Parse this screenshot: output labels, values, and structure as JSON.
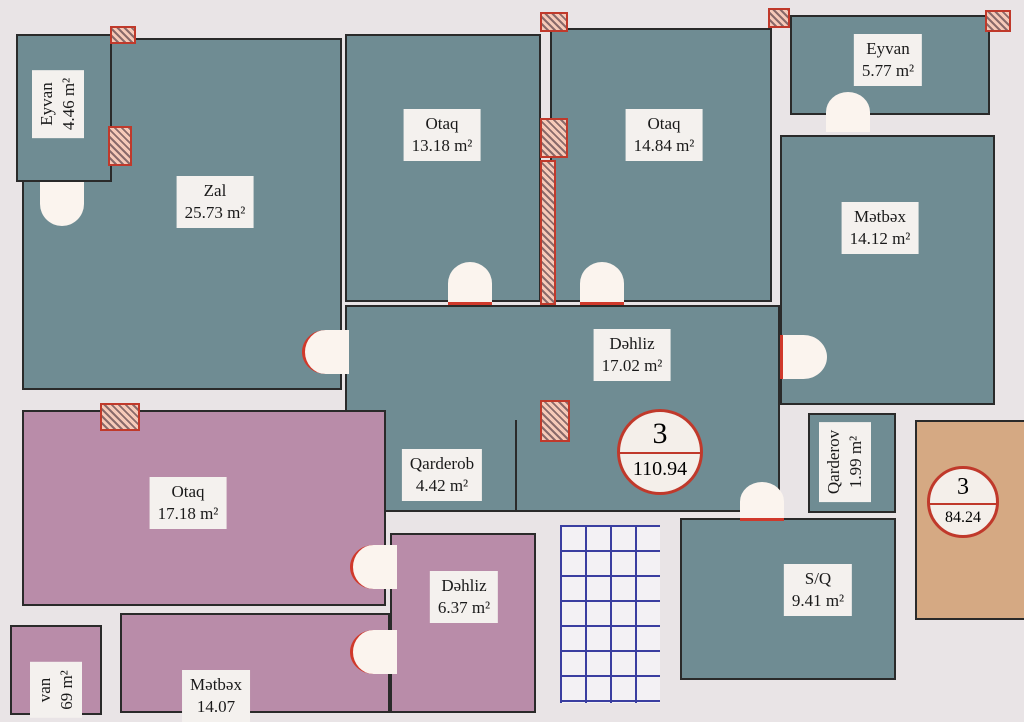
{
  "apartments": [
    {
      "number": "3",
      "area": "110.94"
    },
    {
      "number": "3",
      "area": "84.24"
    }
  ],
  "rooms": {
    "eyvan_left": {
      "name": "Eyvan",
      "area": "4.46 m²"
    },
    "zal": {
      "name": "Zal",
      "area": "25.73 m²"
    },
    "otaq1": {
      "name": "Otaq",
      "area": "13.18 m²"
    },
    "otaq2": {
      "name": "Otaq",
      "area": "14.84 m²"
    },
    "eyvan_right": {
      "name": "Eyvan",
      "area": "5.77 m²"
    },
    "metbex": {
      "name": "Mətbəx",
      "area": "14.12 m²"
    },
    "dehliz": {
      "name": "Dəhliz",
      "area": "17.02 m²"
    },
    "qarderob": {
      "name": "Qarderob",
      "area": "4.42 m²"
    },
    "qarderov": {
      "name": "Qarderov",
      "area": "1.99 m²"
    },
    "sq": {
      "name": "S/Q",
      "area": "9.41 m²"
    },
    "otaq_pink": {
      "name": "Otaq",
      "area": "17.18 m²"
    },
    "dehliz_pink": {
      "name": "Dəhliz",
      "area": "6.37 m²"
    },
    "metbex_pink": {
      "name": "Mətbəx",
      "area": "14.07"
    },
    "eyvan_pink": {
      "name": "van",
      "area": "69 m²"
    }
  }
}
